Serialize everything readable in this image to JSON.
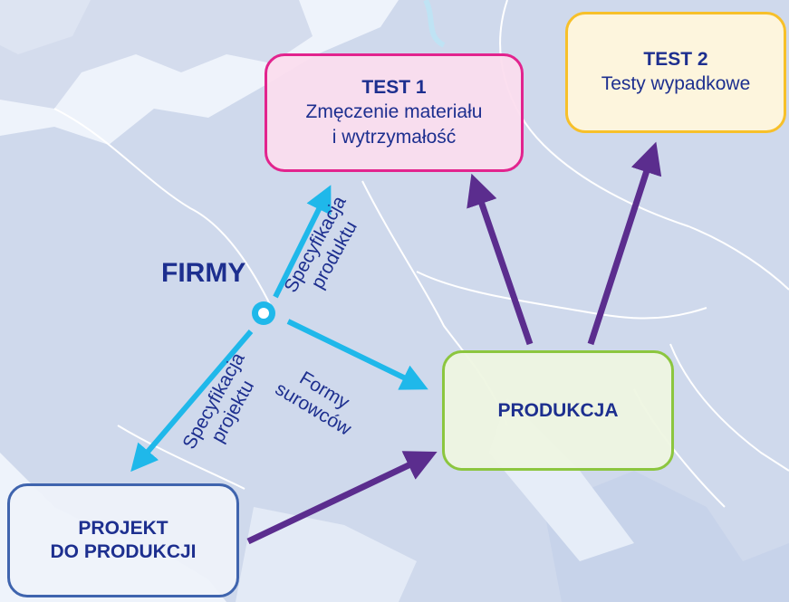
{
  "nodes": {
    "firmy": "FIRMY",
    "test1": {
      "title": "TEST 1",
      "line1": "Zmęczenie materiału",
      "line2": "i wytrzymałość"
    },
    "test2": {
      "title": "TEST 2",
      "line1": "Testy wypadkowe"
    },
    "produkcja": {
      "title": "PRODUKCJA"
    },
    "projekt": {
      "line1": "PROJEKT",
      "line2": "DO PRODUKCJI"
    }
  },
  "edges": {
    "spec_produktu": {
      "line1": "Specyfikacja",
      "line2": "produktu"
    },
    "spec_projektu": {
      "line1": "Specyfikacja",
      "line2": "projektu"
    },
    "formy": {
      "line1": "Formy",
      "line2": "surowców"
    }
  },
  "colors": {
    "map_land": "#cfd9ec",
    "map_sea": "#eef3fb",
    "border_line": "#ffffff",
    "arrow_cyan": "#1fb8ea",
    "arrow_purple": "#5b2d8e",
    "text_navy": "#1d2f8f",
    "test1_border": "#e2248e",
    "test2_border": "#f7c02a",
    "produkcja_border": "#8cc63f",
    "projekt_border": "#3f64ae"
  },
  "icons": {
    "hub": "ring-node-icon",
    "background": "europe-map-icon"
  }
}
